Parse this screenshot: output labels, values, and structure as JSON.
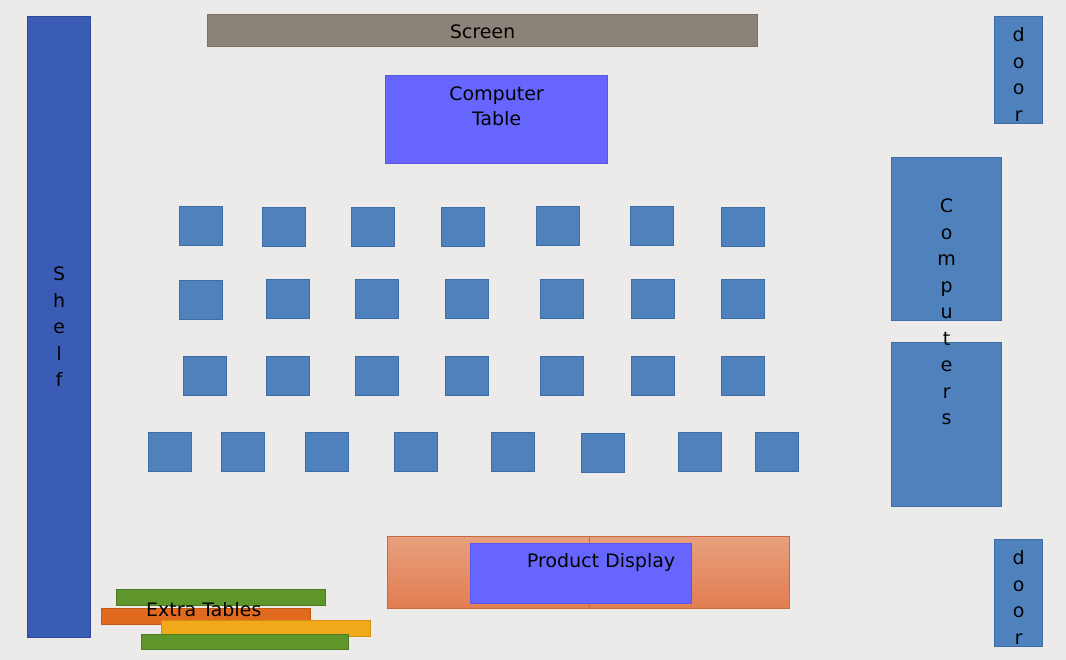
{
  "labels": {
    "screen": "Screen",
    "computer_table": "Computer\nTable",
    "shelf": "S\nh\ne\nl\nf",
    "door_top": "d\no\no\nr",
    "door_bottom": "d\no\no\nr",
    "computers": "C\no\nm\np\nu\nt\ne\nr\ns",
    "product_display": "Product Display",
    "extra_tables": "Extra Tables"
  },
  "colors": {
    "background": "#ecebe9",
    "shelf": "#3b5cb4",
    "screen": "#8c8378",
    "computer_table": "#6666ff",
    "desk": "#4f81bd",
    "product_display_base": "#e27d52",
    "extra_tables": [
      "#5e962b",
      "#e26a1e",
      "#f2a919",
      "#5e962b"
    ]
  },
  "desk_rows": [
    7,
    7,
    7,
    8
  ]
}
